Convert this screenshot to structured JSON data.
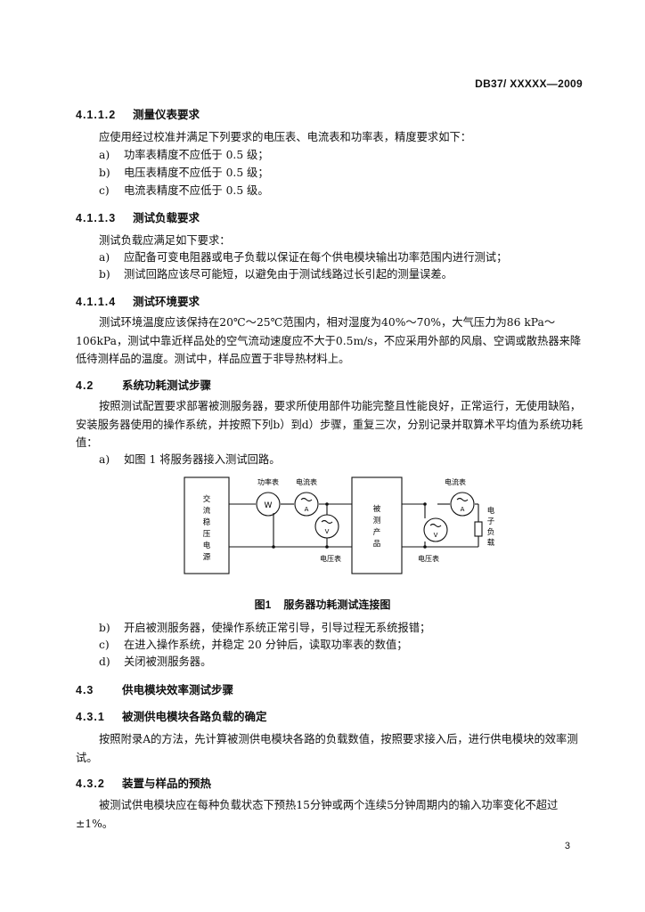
{
  "header": "DB37/ XXXXX—2009",
  "sections": {
    "s4112": {
      "num": "4.1.1.2",
      "title": "测量仪表要求",
      "para": "应使用经过校准并满足下列要求的电压表、电流表和功率表，精度要求如下：",
      "items": [
        {
          "label": "a)",
          "text": "功率表精度不应低于 0.5 级；"
        },
        {
          "label": "b)",
          "text": "电压表精度不应低于 0.5 级；"
        },
        {
          "label": "c)",
          "text": "电流表精度不应低于 0.5 级。"
        }
      ]
    },
    "s4113": {
      "num": "4.1.1.3",
      "title": "测试负载要求",
      "para": "测试负载应满足如下要求：",
      "items": [
        {
          "label": "a)",
          "text": "应配备可变电阻器或电子负载以保证在每个供电模块输出功率范围内进行测试；"
        },
        {
          "label": "b)",
          "text": "测试回路应该尽可能短，以避免由于测试线路过长引起的测量误差。"
        }
      ]
    },
    "s4114": {
      "num": "4.1.1.4",
      "title": "测试环境要求",
      "para": "测试环境温度应该保持在20℃～25℃范围内，相对湿度为40%～70%，大气压力为86 kPa～106kPa，测试中靠近样品处的空气流动速度应不大于0.5m/s，不应采用外部的风扇、空调或散热器来降低待测样品的温度。测试中，样品应置于非导热材料上。"
    },
    "s42": {
      "num": "4.2",
      "title": "系统功耗测试步骤",
      "para": "按照测试配置要求部署被测服务器，要求所使用部件功能完整且性能良好，正常运行，无使用缺陷，安装服务器使用的操作系统，并按照下列b）到d）步骤，重复三次，分别记录并取算术平均值为系统功耗值：",
      "item_a": {
        "label": "a)",
        "text": "如图 1 将服务器接入测试回路。"
      },
      "items_after": [
        {
          "label": "b)",
          "text": "开启被测服务器，使操作系统正常引导，引导过程无系统报错；"
        },
        {
          "label": "c)",
          "text": "在进入操作系统，并稳定 20 分钟后，读取功率表的数值；"
        },
        {
          "label": "d)",
          "text": "关闭被测服务器。"
        }
      ]
    },
    "s43": {
      "num": "4.3",
      "title": "供电模块效率测试步骤"
    },
    "s431": {
      "num": "4.3.1",
      "title": "被测供电模块各路负载的确定",
      "para": "按照附录A的方法，先计算被测供电模块各路的负载数值，按照要求接入后，进行供电模块的效率测试。"
    },
    "s432": {
      "num": "4.3.2",
      "title": "装置与样品的预热",
      "para": "被测试供电模块应在每种负载状态下预热15分钟或两个连续5分钟周期内的输入功率变化不超过±1%。"
    }
  },
  "figure": {
    "source_label": [
      "交",
      "流",
      "稳",
      "压",
      "电",
      "源"
    ],
    "power_meter_label": "功率表",
    "power_meter_symbol": "W",
    "ammeter_label_1": "电流表",
    "ammeter_symbol": "A",
    "voltmeter_label_1": "电压表",
    "voltmeter_symbol": "V",
    "dut_label": [
      "被",
      "测",
      "产",
      "品"
    ],
    "ammeter_label_2": "电流表",
    "voltmeter_label_2": "电压表",
    "load_label": [
      "电",
      "子",
      "负",
      "载"
    ],
    "caption_num": "图1",
    "caption_text": "服务器功耗测试连接图"
  },
  "page_number": "3"
}
